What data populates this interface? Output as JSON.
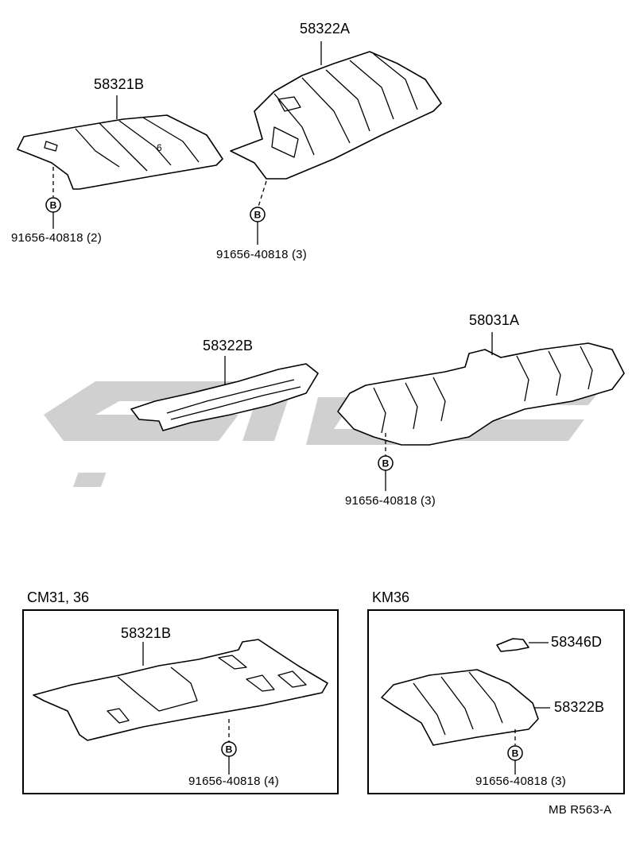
{
  "parts": {
    "p58322A": "58322A",
    "p58321B_top": "58321B",
    "p58322B_mid": "58322B",
    "p58031A": "58031A",
    "p58321B_box": "58321B",
    "p58346D": "58346D",
    "p58322B_box": "58322B"
  },
  "fasteners": {
    "f1": "91656-40818 (2)",
    "f2": "91656-40818 (3)",
    "f3": "91656-40818 (3)",
    "f4": "91656-40818 (4)",
    "f5": "91656-40818 (3)"
  },
  "bubble_letter": "B",
  "variants": {
    "left": "CM31, 36",
    "right": "KM36"
  },
  "footer": "MB  R563-A",
  "misc": {
    "stamp_number": "6"
  }
}
